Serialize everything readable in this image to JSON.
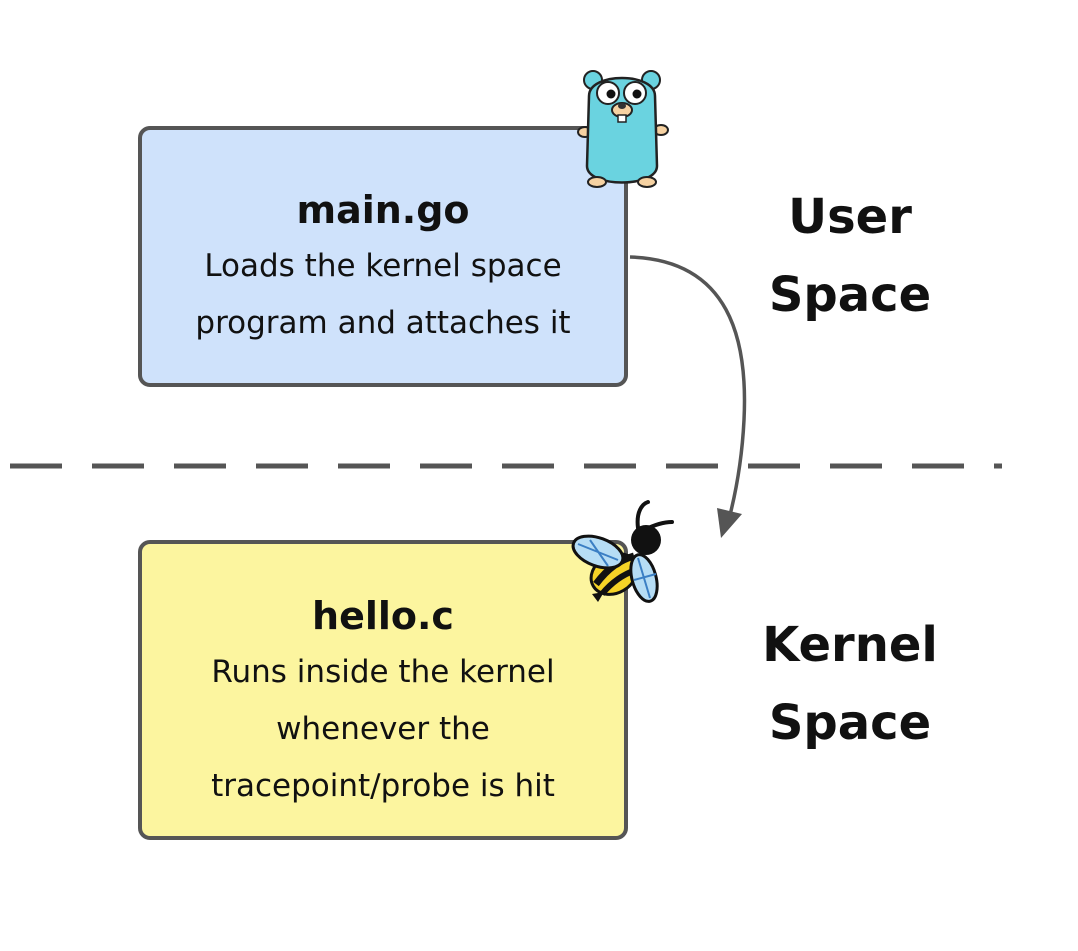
{
  "user_box": {
    "title": "main.go",
    "lines": [
      "Loads the kernel space",
      "program and attaches it"
    ]
  },
  "kernel_box": {
    "title": "hello.c",
    "lines": [
      "Runs inside the kernel",
      "whenever the",
      "tracepoint/probe is hit"
    ]
  },
  "labels": {
    "user_space": [
      "User",
      "Space"
    ],
    "kernel_space": [
      "Kernel",
      "Space"
    ]
  },
  "icons": {
    "user_box_mascot": "go-gopher-icon",
    "kernel_box_mascot": "ebpf-bee-icon",
    "flow_arrow": "arrow-icon"
  },
  "colors": {
    "user_box_fill": "#cfe2fb",
    "kernel_box_fill": "#fcf59f",
    "border": "#555555",
    "divider": "#555555",
    "arrow": "#555555"
  }
}
